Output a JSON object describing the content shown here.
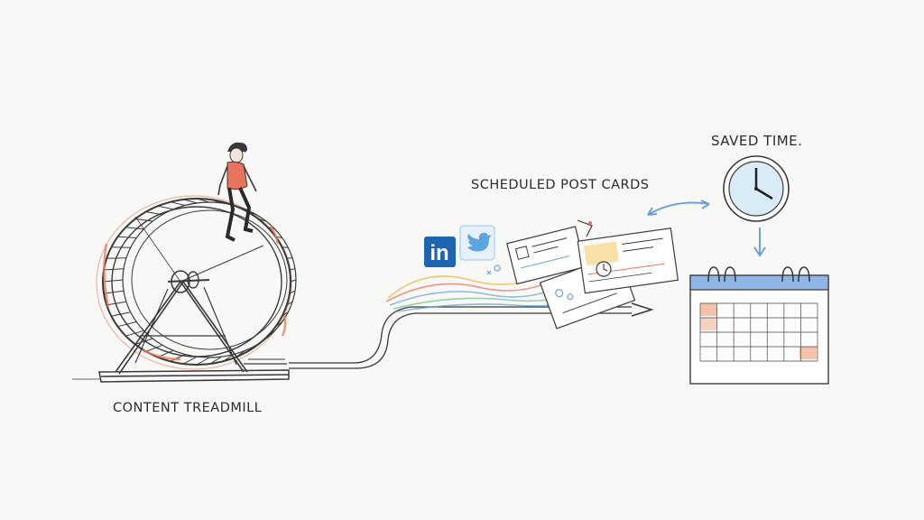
{
  "labels": {
    "treadmill": "CONTENT TREADMILL",
    "cards": "SCHEDULED POST CARDS",
    "saved_time": "SAVED TIME."
  },
  "icons": {
    "linkedin": {
      "text": "in",
      "color": "#1f66b2"
    },
    "twitter": {
      "name": "bird-icon",
      "color": "#5aa6e0"
    }
  },
  "colors": {
    "ink": "#3a3a3a",
    "accent_orange": "#e87c5a",
    "accent_blue": "#6aa3d8",
    "calendar_header": "#8fb7e6",
    "calendar_highlight": "#f5c1a6",
    "shirt": "#e8735c"
  }
}
